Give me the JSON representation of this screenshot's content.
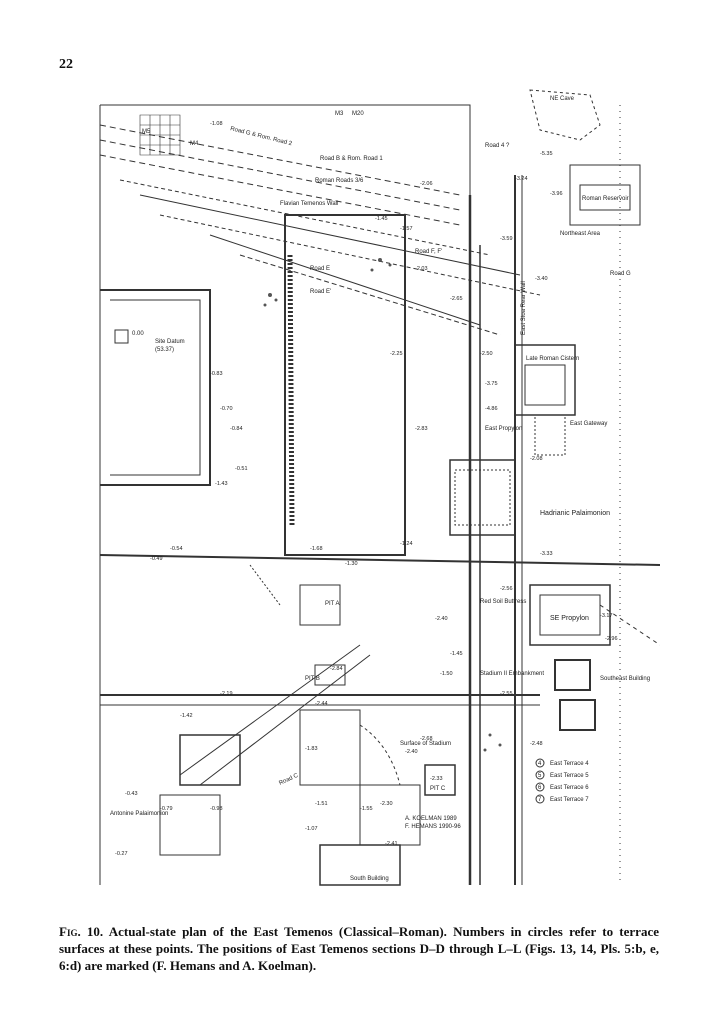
{
  "page_number": "22",
  "figure": {
    "label": "Fig. 10.",
    "caption": "Actual-state plan of the East Temenos (Classical–Roman). Numbers in circles refer to terrace surfaces at these points. The positions of East Temenos sections D–D through L–L (Figs. 13, 14, Pls. 5:b, e, 6:d) are marked (F. Hemans and A. Koelman)."
  },
  "plan_labels": {
    "ne_cave": "NE Cave",
    "m5": "M5",
    "m4": "M4",
    "m3": "M3",
    "m20": "M20",
    "road_g_rom_road_2": "Road G & Rom. Road 2",
    "road_b_rom_road_1": "Road B & Rom. Road 1",
    "roman_roads": "Roman Roads 3/6",
    "road_4": "Road 4 ?",
    "flavian_wall": "Flavian Temenos Wall",
    "northeast_area": "Northeast Area",
    "roman_reservoir": "Roman Reservoir",
    "road_g": "Road G",
    "road_f": "Road F, F'",
    "road_e": "Road E",
    "road_e_prime": "Road E'",
    "site_datum": "Site Datum",
    "site_datum_elev": "(53.37)",
    "site_datum_val": "0.00",
    "east_stoa_rear_wall": "East Stoa Rear Wall",
    "late_roman_cistern": "Late Roman Cistern",
    "east_gateway": "East Gateway",
    "east_propylon": "East Propylon",
    "hadrianic_palaimonion": "Hadrianic Palaimonion",
    "red_soil_buttress": "Red Soil Buttress",
    "se_propylon": "SE Propylon",
    "southeast_building": "Southeast Building",
    "stadium_embankment": "Stadium II Embankment",
    "surface_stadium": "Surface of Stadium",
    "road_c": "Road C",
    "antonine_palaimonion": "Antonine Palaimonion",
    "south_building": "South Building",
    "pit_a": "PIT A",
    "pit_b": "PIT B",
    "pit_c": "PIT C",
    "credit_1": "A. KOELMAN 1989",
    "credit_2": "F. HEMANS 1990-96",
    "elevations": [
      "-1.08",
      "-3.24",
      "-5.35",
      "-3.96",
      "-2.06",
      "-1.45",
      "-1.57",
      "-2.03",
      "-2.65",
      "-2.25",
      "-2.50",
      "-0.83",
      "-0.70",
      "-0.84",
      "-0.51",
      "-1.43",
      "-2.83",
      "-3.75",
      "-4.86",
      "-2.08",
      "-1.24",
      "-1.30",
      "-0.54",
      "-0.49",
      "-1.68",
      "-2.56",
      "-2.40",
      "-1.45",
      "-1.50",
      "-2.55",
      "-2.44",
      "-2.19",
      "-1.42",
      "-2.84",
      "-0.43",
      "-0.79",
      "-0.98",
      "-2.33",
      "-2.48",
      "-1.83",
      "-2.40",
      "-2.68",
      "-0.27",
      "-2.41",
      "-1.55",
      "-2.30",
      "-1.07",
      "-1.51",
      "-3.17",
      "-2.96",
      "-3.33",
      "-3.40",
      "-3.59"
    ]
  },
  "legend": [
    {
      "num": "4",
      "label": "East Terrace 4"
    },
    {
      "num": "5",
      "label": "East Terrace 5"
    },
    {
      "num": "6",
      "label": "East Terrace 6"
    },
    {
      "num": "7",
      "label": "East Terrace 7"
    }
  ]
}
